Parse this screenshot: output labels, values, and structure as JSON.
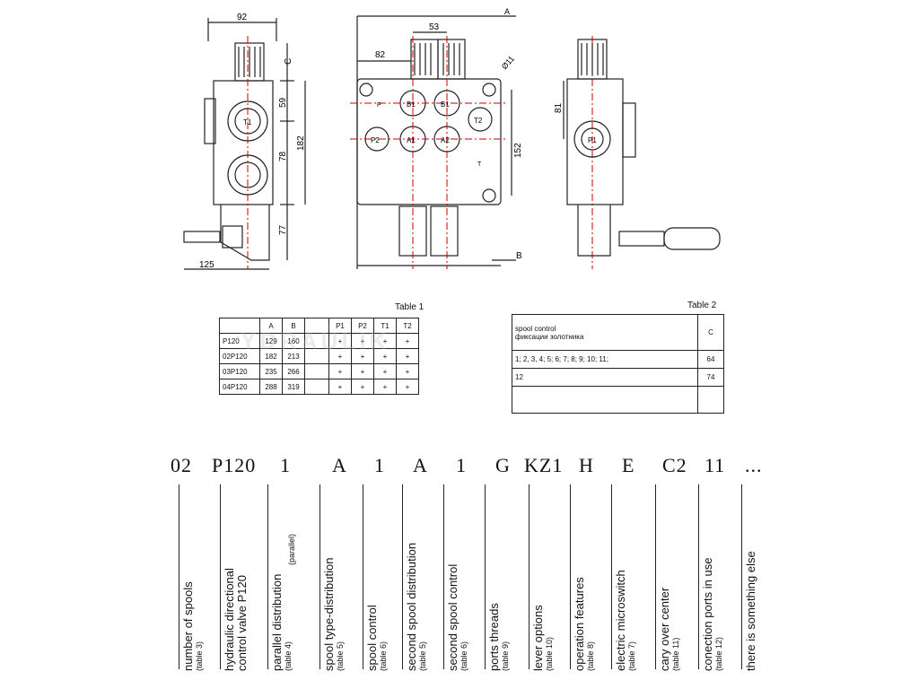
{
  "drawing": {
    "dims": {
      "d92": "92",
      "d125": "125",
      "dC": "C",
      "d59": "59",
      "d182": "182",
      "d78": "78",
      "d77": "77",
      "d53": "53",
      "d82": "82",
      "dA": "A",
      "dB": "B",
      "dPhi11": "Ø11",
      "d152": "152",
      "d81": "81"
    },
    "ports": {
      "T1": "T1",
      "P": "P",
      "B1": "B1",
      "B1b": "B1",
      "T2": "T2",
      "P2": "P2",
      "A1": "A1",
      "A2": "A2",
      "T": "T",
      "PP": "P",
      "P1": "P1"
    }
  },
  "table1": {
    "title": "Table 1",
    "headers": [
      "",
      "A",
      "B",
      "",
      "P1",
      "P2",
      "T1",
      "T2"
    ],
    "rows": [
      [
        "P120",
        "129",
        "160",
        "",
        "+",
        "+",
        "+",
        "+"
      ],
      [
        "02P120",
        "182",
        "213",
        "",
        "+",
        "+",
        "+",
        "+"
      ],
      [
        "03P120",
        "235",
        "266",
        "",
        "+",
        "+",
        "+",
        "+"
      ],
      [
        "04P120",
        "288",
        "319",
        "",
        "+",
        "+",
        "+",
        "+"
      ]
    ]
  },
  "table2": {
    "title": "Table 2",
    "header_line1": "spool control",
    "header_line2": "фиксации золотника",
    "header_c": "C",
    "rows": [
      [
        "1;  2,  3,  4;  5;  6;  7;  8;  9;  10;  11;",
        "64"
      ],
      [
        "12",
        "74"
      ]
    ]
  },
  "watermark": "YDRAULIK",
  "code": [
    {
      "text": "02"
    },
    {
      "text": "P120"
    },
    {
      "text": "1"
    },
    {
      "text": "A"
    },
    {
      "text": "1"
    },
    {
      "text": "A"
    },
    {
      "text": "1"
    },
    {
      "text": "G"
    },
    {
      "text": "KZ1"
    },
    {
      "text": "H"
    },
    {
      "text": "E"
    },
    {
      "text": "C2"
    },
    {
      "text": "11"
    },
    {
      "text": "..."
    }
  ],
  "labels": [
    {
      "main": "number  of  spools",
      "sub": "(table 3)"
    },
    {
      "main": "hydraulic  directional",
      "main2": "control  valve  P120",
      "sub": ""
    },
    {
      "main": "parallel  distribution",
      "sub": "(table 4)",
      "extra": "(parallel)"
    },
    {
      "main": "spool  type-distribution",
      "sub": "(table 5)"
    },
    {
      "main": "spool  control",
      "sub": "(table 6)"
    },
    {
      "main": "second  spool  distribution",
      "sub": "(table 5)"
    },
    {
      "main": "second  spool  control",
      "sub": "(table 6)"
    },
    {
      "main": "ports  threads",
      "sub": "(table 9)"
    },
    {
      "main": "lever  options",
      "sub": "(table 10)"
    },
    {
      "main": "operation  features",
      "sub": "(table 8)"
    },
    {
      "main": "electric  microswitch",
      "sub": "(table 7)"
    },
    {
      "main": "cary  over  center",
      "sub": "(table 11)"
    },
    {
      "main": "conection  ports  in  use",
      "sub": "(table 12)"
    },
    {
      "main": "there  is  something  else",
      "sub": ""
    }
  ]
}
